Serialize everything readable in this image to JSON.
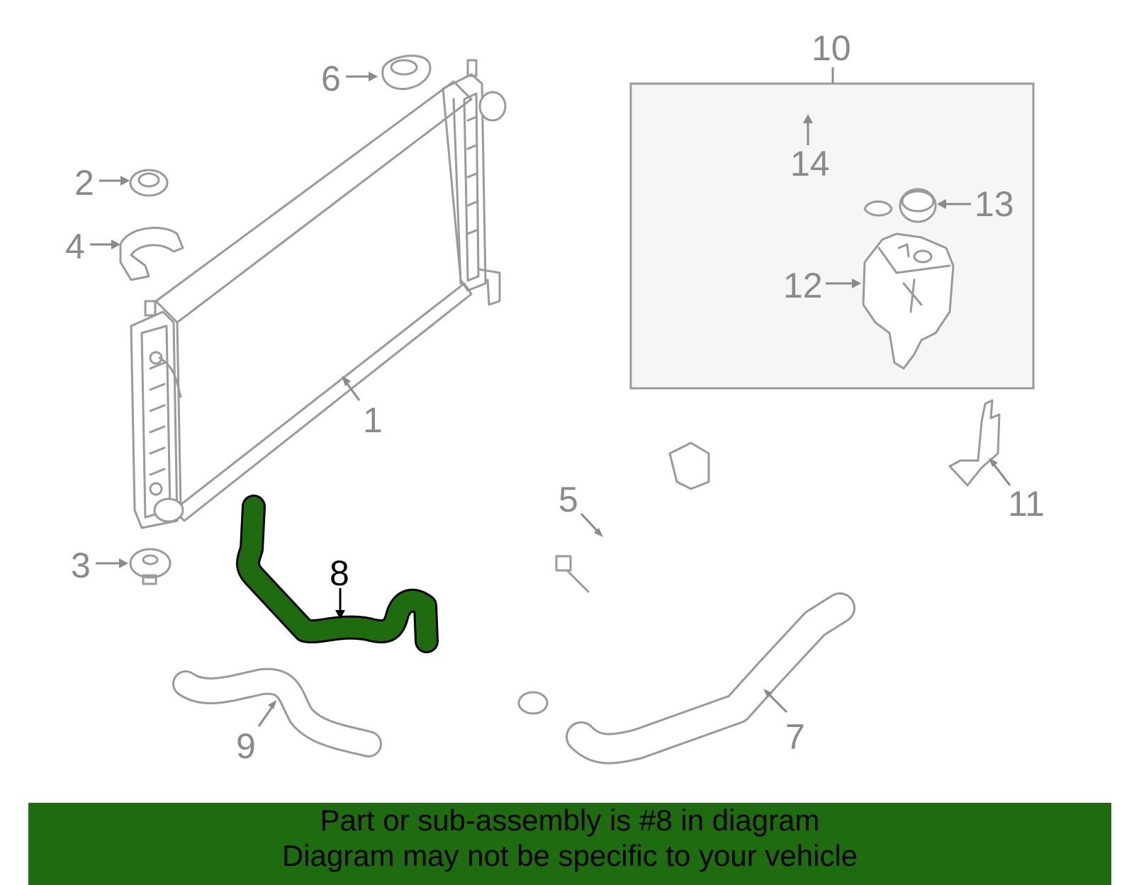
{
  "colors": {
    "highlight": "#1f6b10",
    "banner_bg": "#1f6b10",
    "part_stroke": "#9a9a9a",
    "label": "#8a8a8a",
    "box_fill": "#f6f6f6"
  },
  "highlighted_part": "8",
  "callouts": [
    {
      "id": "1",
      "text": "1"
    },
    {
      "id": "2",
      "text": "2"
    },
    {
      "id": "3",
      "text": "3"
    },
    {
      "id": "4",
      "text": "4"
    },
    {
      "id": "5",
      "text": "5"
    },
    {
      "id": "6",
      "text": "6"
    },
    {
      "id": "7",
      "text": "7"
    },
    {
      "id": "8",
      "text": "8"
    },
    {
      "id": "9",
      "text": "9"
    },
    {
      "id": "10",
      "text": "10"
    },
    {
      "id": "11",
      "text": "11"
    },
    {
      "id": "12",
      "text": "12"
    },
    {
      "id": "13",
      "text": "13"
    },
    {
      "id": "14",
      "text": "14"
    }
  ],
  "banner": {
    "line1": "Part or sub-assembly is #8 in diagram",
    "line2": "Diagram may not be specific to your vehicle"
  }
}
